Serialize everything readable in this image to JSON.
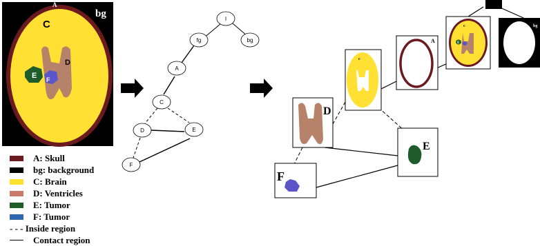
{
  "segmentation": {
    "labels": {
      "A": "A",
      "bg": "bg",
      "C": "C",
      "D": "D",
      "E": "E",
      "F": "F"
    }
  },
  "graph": {
    "nodes": {
      "I": "I",
      "fg": "fg",
      "bg": "bg",
      "A": "A",
      "C": "C",
      "D": "D",
      "E": "E",
      "F": "F"
    }
  },
  "region_graph": {
    "labels": {
      "A": "A",
      "C": "c",
      "C_small": "c",
      "E_small": "E",
      "D": "D",
      "E": "E",
      "F": "F",
      "bg": "bg"
    }
  },
  "legend": {
    "items": [
      {
        "color": "#6b1a1e",
        "label": "A: Skull"
      },
      {
        "color": "#000000",
        "label": "bg: background"
      },
      {
        "color": "#ffe033",
        "label": "C: Brain"
      },
      {
        "color": "#cc7b6a",
        "label": "D: Ventricles"
      },
      {
        "color": "#1e5d2a",
        "label": "E: Tumor"
      },
      {
        "color": "#2f67b0",
        "label": "F: Tumor"
      }
    ],
    "inside_label": "- - - Inside region",
    "contact_label": "Contact region"
  },
  "colors": {
    "skull": "#6b1a1e",
    "brain": "#ffe033",
    "ventricles": "#b7826a",
    "tumor_e": "#1e5d2a",
    "tumor_f": "#5a55c9",
    "arrow": "#000000"
  }
}
